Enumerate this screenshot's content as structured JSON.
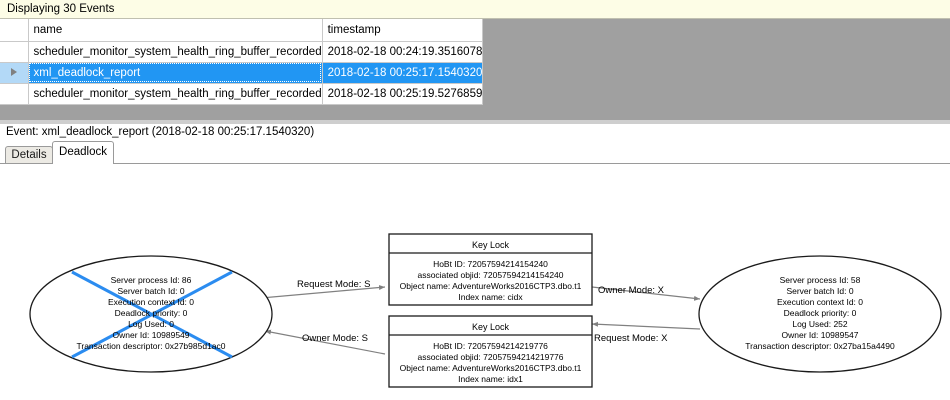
{
  "banner": {
    "text": "Displaying 30 Events"
  },
  "grid": {
    "columns": [
      "",
      "name",
      "timestamp"
    ],
    "rows": [
      {
        "marker": "",
        "name": "scheduler_monitor_system_health_ring_buffer_recorded",
        "timestamp": "2018-02-18 00:24:19.3516078",
        "selected": false
      },
      {
        "marker": "row-selector-arrow",
        "name": "xml_deadlock_report",
        "timestamp": "2018-02-18 00:25:17.1540320",
        "selected": true
      },
      {
        "marker": "",
        "name": "scheduler_monitor_system_health_ring_buffer_recorded",
        "timestamp": "2018-02-18 00:25:19.5276859",
        "selected": false
      }
    ]
  },
  "event_caption": {
    "text": "Event: xml_deadlock_report (2018-02-18 00:25:17.1540320)"
  },
  "tabs": [
    {
      "label": "Details",
      "active": false
    },
    {
      "label": "Deadlock",
      "active": true
    }
  ],
  "deadlock_graph": {
    "process_left": {
      "is_victim": true,
      "lines": [
        "Server process Id: 86",
        "Server batch Id: 0",
        "Execution context Id: 0",
        "Deadlock priority: 0",
        "Log Used: 0",
        "Owner Id: 10989549",
        "Transaction descriptor: 0x27b985d1ac0"
      ]
    },
    "process_right": {
      "is_victim": false,
      "lines": [
        "Server process Id: 58",
        "Server batch Id: 0",
        "Execution context Id: 0",
        "Deadlock priority: 0",
        "Log Used: 252",
        "Owner Id: 10989547",
        "Transaction descriptor: 0x27ba15a4490"
      ]
    },
    "resource_top": {
      "title": "Key Lock",
      "lines": [
        "HoBt ID: 72057594214154240",
        "associated objid: 72057594214154240",
        "Object name: AdventureWorks2016CTP3.dbo.t1",
        "Index name: cidx"
      ]
    },
    "resource_bottom": {
      "title": "Key Lock",
      "lines": [
        "HoBt ID: 72057594214219776",
        "associated objid: 72057594214219776",
        "Object name: AdventureWorks2016CTP3.dbo.t1",
        "Index name: idx1"
      ]
    },
    "edges": [
      {
        "label": "Request Mode: S",
        "from": "process_left",
        "to": "resource_top"
      },
      {
        "label": "Owner Mode: X",
        "from": "resource_top",
        "to": "process_right"
      },
      {
        "label": "Owner Mode: S",
        "from": "resource_bottom",
        "to": "process_left"
      },
      {
        "label": "Request Mode: X",
        "from": "process_right",
        "to": "resource_bottom"
      }
    ]
  },
  "colors": {
    "selection_blue": "#2196f3",
    "victim_marker": "#2b8cf0",
    "banner_background": "#fdfde6",
    "grid_filler": "#a0a0a0"
  }
}
